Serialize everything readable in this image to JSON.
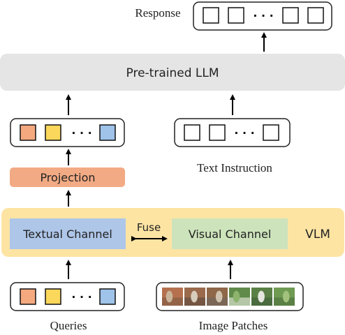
{
  "response": {
    "label": "Response"
  },
  "llm": {
    "label": "Pre-trained LLM",
    "color": "#e5e5e5"
  },
  "projection": {
    "label": "Projection",
    "color": "#f2aa84"
  },
  "text_instruction": {
    "label": "Text Instruction"
  },
  "vlm": {
    "label": "VLM",
    "color": "#fde4a3",
    "textual_channel": {
      "label": "Textual Channel",
      "color": "#aec6e8"
    },
    "visual_channel": {
      "label": "Visual Channel",
      "color": "#cde3bb"
    },
    "fuse_label": "Fuse"
  },
  "queries": {
    "label": "Queries"
  },
  "image_patches": {
    "label": "Image Patches"
  },
  "token_row": {
    "ellipsis": "· · ·"
  },
  "token_colors": {
    "orange": "#f4a97f",
    "yellow": "#fbd75b",
    "blue": "#9fc3e9",
    "empty": "#ffffff"
  },
  "patch_icons": [
    "baseball-pitcher-image",
    "baseball-batter-image",
    "baseball-catcher-image",
    "baseball-field-image",
    "baseball-player-image",
    "baseball-grass-image"
  ]
}
